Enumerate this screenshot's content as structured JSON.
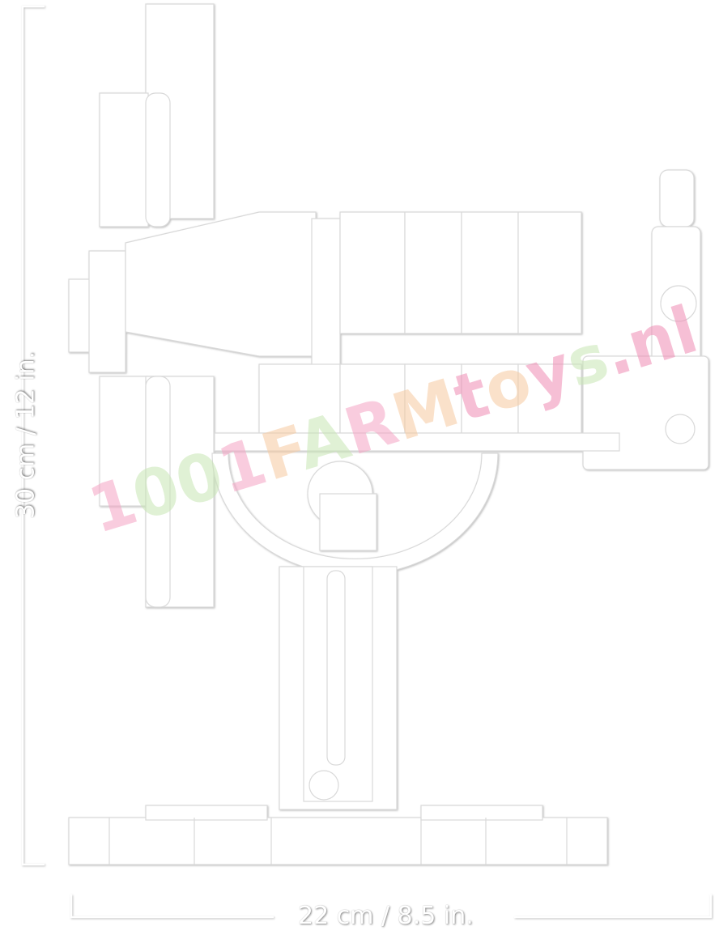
{
  "dimensions": {
    "width_label": "22 cm / 8.5 in.",
    "height_label": "30 cm / 12 in."
  },
  "watermark": {
    "text": "1001FARMtoys.nl",
    "colors": [
      "#f5a3c4",
      "#c8e6b4",
      "#f7caa0",
      "#f08cb4"
    ]
  },
  "colors": {
    "background": "#ffffff",
    "outline": "#ffffff",
    "shadow": "#cccccc"
  }
}
